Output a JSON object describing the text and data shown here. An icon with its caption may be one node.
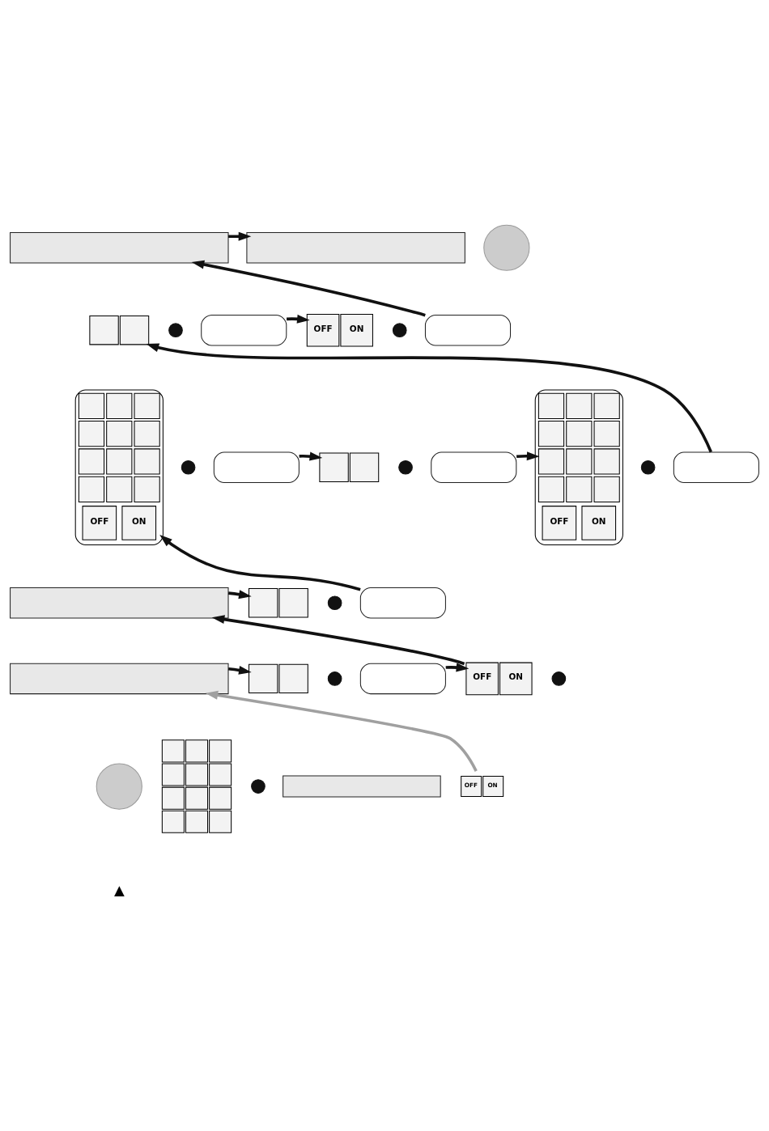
{
  "diagram": {
    "nodes": [
      {
        "text": [],
        "shape": "box"
      },
      {
        "text": [],
        "shape": "box"
      },
      {
        "text": [],
        "shape": "circle"
      },
      {
        "text": [],
        "shape": "picture"
      },
      {
        "text": [],
        "shape": "circle"
      },
      {
        "text": [],
        "shape": "box"
      },
      {
        "text": [
          "OFF",
          "ON"
        ]
      },
      {
        "text": [],
        "shape": "circle"
      },
      {
        "text": [],
        "shape": "box"
      },
      {
        "text": [
          "OFF",
          "ON"
        ]
      },
      {
        "text": [],
        "shape": "circle"
      },
      {
        "text": [],
        "shape": "box"
      },
      {
        "text": [],
        "shape": "picture"
      },
      {
        "text": [],
        "shape": "circle"
      },
      {
        "text": [],
        "shape": "box"
      },
      {
        "text": [
          "OFF",
          "ON"
        ]
      },
      {
        "text": [],
        "shape": "circle"
      },
      {
        "text": [],
        "shape": "box"
      },
      {
        "text": [],
        "shape": "box"
      },
      {
        "text": [],
        "shape": "picture"
      },
      {
        "text": [],
        "shape": "circle"
      },
      {
        "text": [],
        "shape": "box"
      },
      {
        "text": [],
        "shape": "box"
      },
      {
        "text": [],
        "shape": "picture"
      },
      {
        "text": [],
        "shape": "box"
      },
      {
        "text": [
          "OFF",
          "ON"
        ]
      },
      {
        "text": [],
        "shape": "circle"
      },
      {
        "text": [],
        "shape": "circle"
      },
      {
        "text": [],
        "shape": "picture"
      },
      {
        "text": [],
        "shape": "circle"
      },
      {
        "text": [],
        "shape": "box"
      },
      {
        "text": [
          "OFF",
          "ON"
        ]
      },
      {
        "text": [],
        "shape": "circle"
      }
    ],
    "edges": [
      {
        "from": 0,
        "to": 1,
        "arrow": "to"
      },
      {
        "from": 8,
        "to": 0,
        "arrow": "to"
      },
      {
        "from": 5,
        "to": 6,
        "arrow": "to"
      },
      {
        "from": 17,
        "to": 3,
        "arrow": "to"
      },
      {
        "from": 11,
        "to": 12,
        "arrow": "to"
      },
      {
        "from": 14,
        "to": 15,
        "arrow": "to"
      },
      {
        "from": 21,
        "to": 9,
        "arrow": "to"
      },
      {
        "from": 18,
        "to": 19,
        "arrow": "to"
      },
      {
        "from": 31,
        "to": 18,
        "arrow": "to"
      },
      {
        "from": 25,
        "to": 22,
        "arrow": "to",
        "color": "#a0a0a0"
      },
      {
        "from": 22,
        "to": 28,
        "arrow": "to"
      },
      {
        "from": 30,
        "to": 31,
        "arrow": "to"
      }
    ],
    "labels": [
      "▲"
    ]
  }
}
